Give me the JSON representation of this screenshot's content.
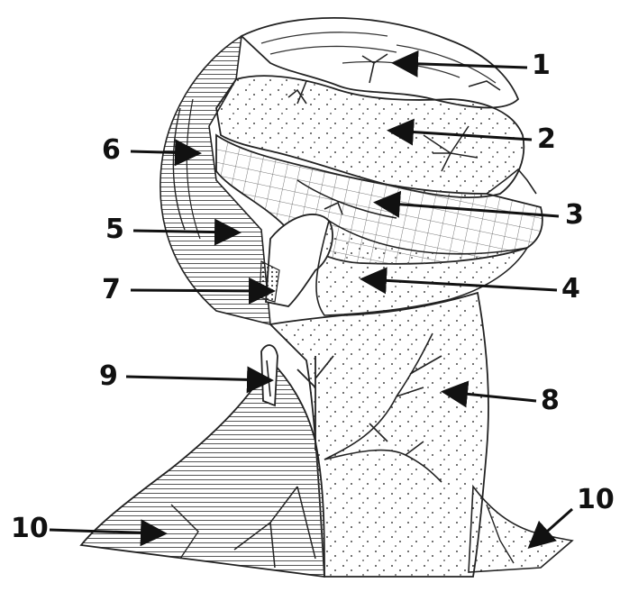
{
  "labels": [
    "1",
    "2",
    "3",
    "4",
    "5",
    "6",
    "7",
    "8",
    "9",
    "10",
    "10"
  ],
  "colors": {
    "ink": "#111111",
    "paper": "#ffffff",
    "shade": "#555555"
  }
}
